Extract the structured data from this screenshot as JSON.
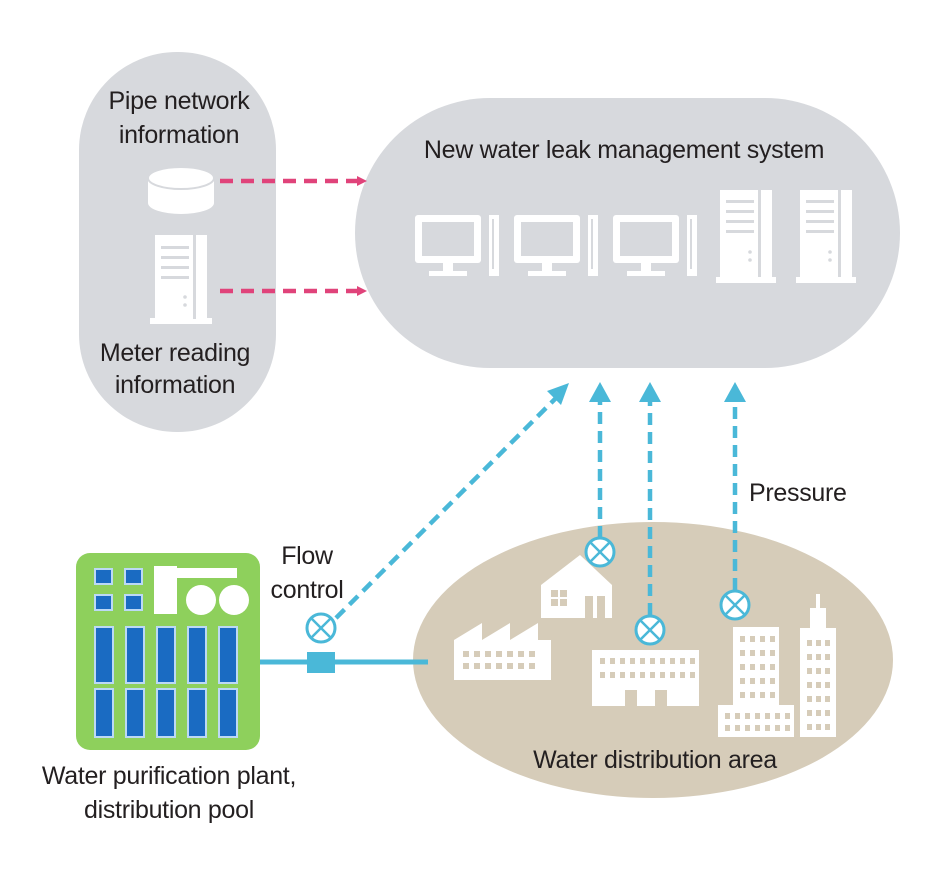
{
  "sources": {
    "pipe_network": [
      "Pipe network",
      "information"
    ],
    "meter_reading": [
      "Meter reading",
      "information"
    ]
  },
  "system": {
    "title": "New water leak management system"
  },
  "flow_control": [
    "Flow",
    "control"
  ],
  "pressure": "Pressure",
  "plant": [
    "Water purification plant,",
    "distribution pool"
  ],
  "area": "Water distribution area",
  "colors": {
    "panel_gray": "#d7d9dd",
    "area_tan": "#d6ccb9",
    "plant_green": "#8ed05c",
    "tank_blue": "#1a6bc2",
    "data_arrow_pink": "#e0437a",
    "sensor_arrow_cyan": "#4ab8d8"
  },
  "icons": [
    "database-icon",
    "server-icon",
    "monitor-icon",
    "valve-icon",
    "house-icon",
    "factory-icon",
    "office-building-icon",
    "skyscraper-icon"
  ]
}
